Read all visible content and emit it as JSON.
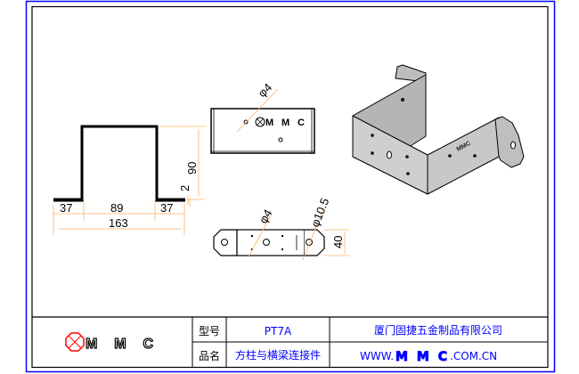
{
  "colors": {
    "frame": "#0000ff",
    "border": "#000000",
    "dimension": "#ffb060",
    "text_blue": "#0000ff",
    "logo_red": "#ff0000",
    "part_fill": "#c8c8c8"
  },
  "logo": {
    "text": "MMC"
  },
  "side_view": {
    "dims": {
      "flange_left": "37",
      "inner_width": "89",
      "flange_right": "37",
      "total_width": "163",
      "height": "90",
      "thickness": "2"
    }
  },
  "top_view": {
    "hole_dia": "φ4",
    "logo_text": "MMC"
  },
  "bottom_view": {
    "hole_small": "φ4",
    "hole_large": "φ10.5",
    "width": "40"
  },
  "title_block": {
    "model_label": "型号",
    "model_value": "PT7A",
    "name_label": "品名",
    "name_value": "方柱与横梁连接件",
    "company": "厦门固捷五金制品有限公司",
    "website_prefix": "WWW.",
    "website_brand": "MMC",
    "website_suffix": ".COM.CN"
  }
}
